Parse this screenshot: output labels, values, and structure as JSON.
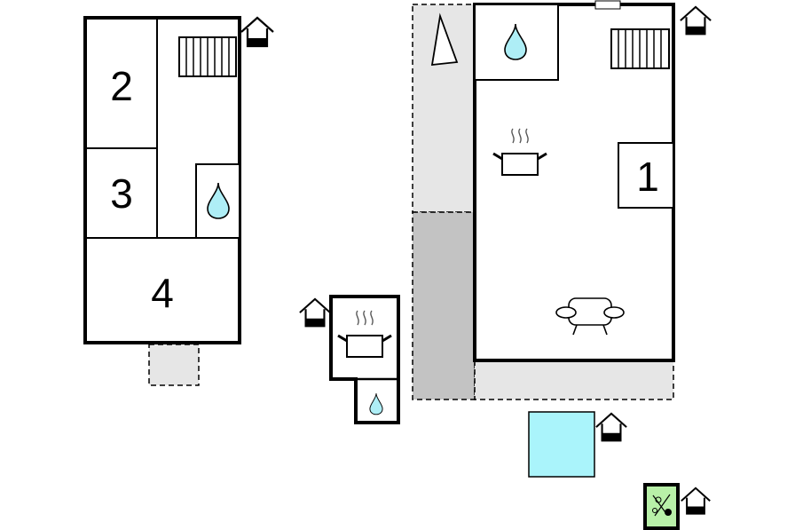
{
  "floor_plan": {
    "room_labels": [
      "2",
      "3",
      "4",
      "1"
    ],
    "colors": {
      "water": "#aeeef6",
      "pool": "#aaf4fb",
      "terrace_light": "#e6e6e6",
      "terrace_dark": "#c3c3c3",
      "game_area": "#b8f0a8",
      "line": "#000000"
    },
    "icons": [
      "stairs-icon",
      "water-drop-icon",
      "house-marker-icon",
      "cooking-pot-icon",
      "sofa-icon",
      "parasol-icon",
      "billiard-icon"
    ]
  }
}
